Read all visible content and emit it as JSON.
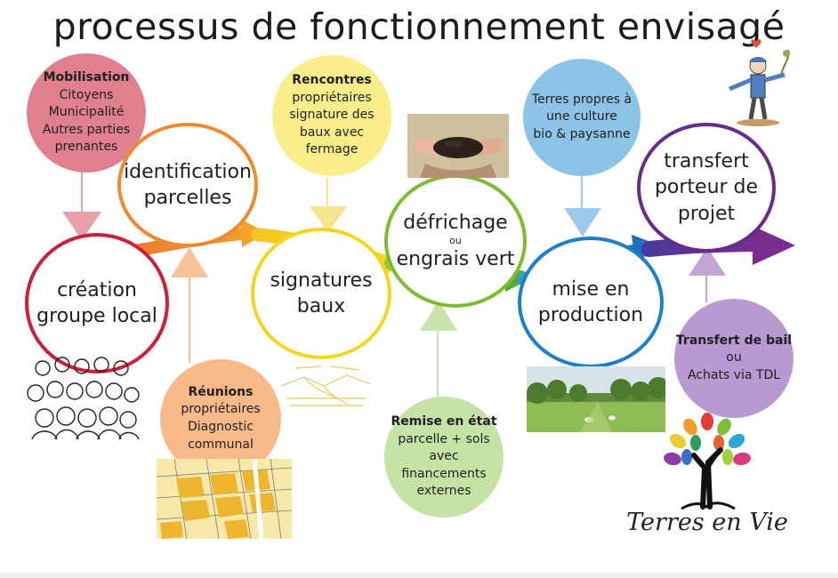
{
  "title": "processus de fonctionnement envisagé",
  "steps": {
    "creation": {
      "line1": "création",
      "line2": "groupe local",
      "color": "#cc1f3a"
    },
    "identification": {
      "line1": "identification",
      "line2": "parcelles",
      "color": "#ef8a2c"
    },
    "signatures": {
      "line1": "signatures",
      "line2": "baux",
      "color": "#f5d61f"
    },
    "defrichage": {
      "line1": "défrichage",
      "ou": "ou",
      "line2": "engrais vert",
      "color": "#7cbc2e"
    },
    "production": {
      "line1": "mise en",
      "line2": "production",
      "color": "#1b7fc9"
    },
    "transfert": {
      "line1": "transfert",
      "line2": "porteur de",
      "line3": "projet",
      "color": "#6a2a8c"
    }
  },
  "bubbles": {
    "mobilisation": {
      "title": "Mobilisation",
      "lines": [
        "Citoyens",
        "Municipalité",
        "Autres parties",
        "prenantes"
      ],
      "color": "#e0808e"
    },
    "rencontres": {
      "title": "Rencontres",
      "lines": [
        "propriétaires",
        "signature des",
        "baux avec",
        "fermage"
      ],
      "color": "#fbee8a"
    },
    "terres": {
      "lines": [
        "Terres propres à",
        "une culture",
        "bio & paysanne"
      ],
      "color": "#8ec3e8"
    },
    "reunions": {
      "title": "Réunions",
      "lines": [
        "propriétaires",
        "Diagnostic",
        "communal"
      ],
      "color": "#f8b98a"
    },
    "remise": {
      "title": "Remise en état",
      "lines": [
        "parcelle + sols",
        "avec",
        "financements",
        "externes"
      ],
      "color": "#c5e3a4"
    },
    "bail": {
      "title": "Transfert de bail",
      "ou": "ou",
      "line": "Achats via TDL",
      "color": "#b89ad0"
    }
  },
  "logo": {
    "text": "Terres en Vie"
  }
}
